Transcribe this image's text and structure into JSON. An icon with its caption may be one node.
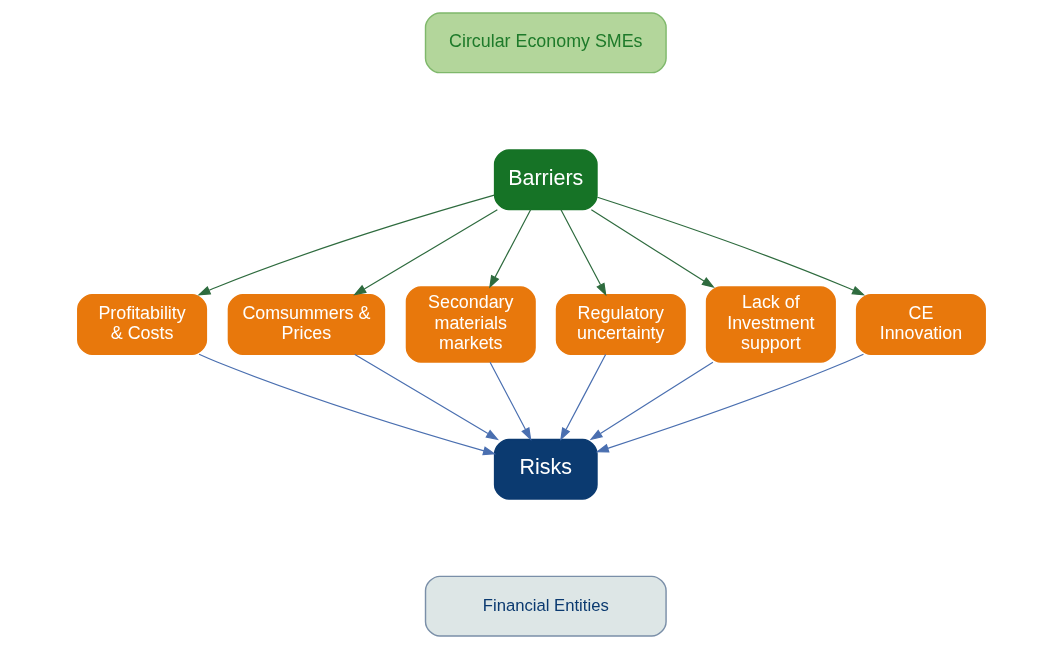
{
  "diagram": {
    "nodes": [
      {
        "text": [
          "Circular Economy SMEs"
        ]
      },
      {
        "text": [
          "Barriers"
        ]
      },
      {
        "text": [
          "Profitability & Costs"
        ]
      },
      {
        "text": [
          "Comsummers & Prices"
        ]
      },
      {
        "text": [
          "Secondary materials markets"
        ]
      },
      {
        "text": [
          "Regulatory uncertainty"
        ]
      },
      {
        "text": [
          "Lack of Investment support"
        ]
      },
      {
        "text": [
          "CE Innovation"
        ]
      },
      {
        "text": [
          "Risks"
        ]
      },
      {
        "text": [
          "Financial Entities"
        ]
      }
    ],
    "edges": [
      {
        "from": 1,
        "to": 2,
        "arrow": "to",
        "color": "#2e6b3e"
      },
      {
        "from": 1,
        "to": 3,
        "arrow": "to",
        "color": "#2e6b3e"
      },
      {
        "from": 1,
        "to": 4,
        "arrow": "to",
        "color": "#2e6b3e"
      },
      {
        "from": 1,
        "to": 5,
        "arrow": "to",
        "color": "#2e6b3e"
      },
      {
        "from": 1,
        "to": 6,
        "arrow": "to",
        "color": "#2e6b3e"
      },
      {
        "from": 1,
        "to": 7,
        "arrow": "to",
        "color": "#2e6b3e"
      },
      {
        "from": 2,
        "to": 8,
        "arrow": "to",
        "color": "#4a6fb0"
      },
      {
        "from": 3,
        "to": 8,
        "arrow": "to",
        "color": "#4a6fb0"
      },
      {
        "from": 4,
        "to": 8,
        "arrow": "to",
        "color": "#4a6fb0"
      },
      {
        "from": 5,
        "to": 8,
        "arrow": "to",
        "color": "#4a6fb0"
      },
      {
        "from": 6,
        "to": 8,
        "arrow": "to",
        "color": "#4a6fb0"
      },
      {
        "from": 7,
        "to": 8,
        "arrow": "to",
        "color": "#4a6fb0"
      }
    ]
  }
}
